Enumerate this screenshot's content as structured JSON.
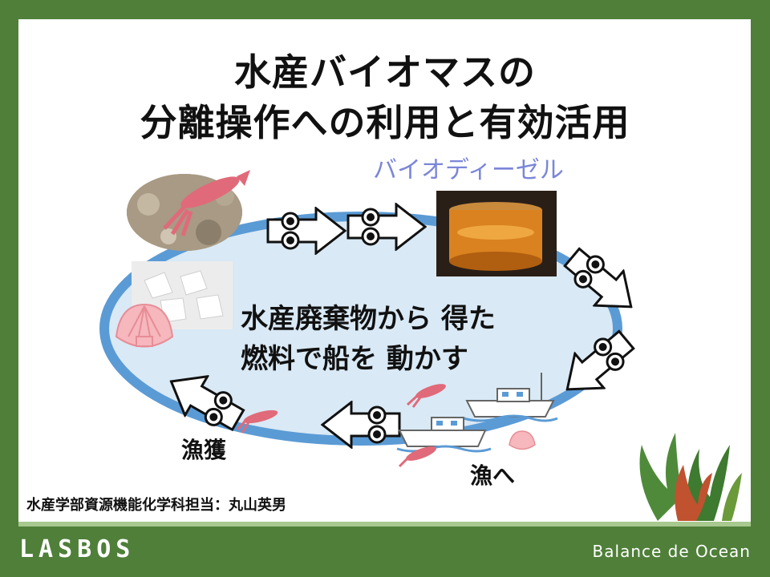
{
  "slide": {
    "title_line1": "水産バイオマスの",
    "title_line2": "分離操作への利用と有効活用",
    "subtitle": "バイオディーゼル",
    "center_line1": "水産廃棄物から 得た",
    "center_line2": "燃料で船を 動かす",
    "label_catch": "漁獲",
    "label_fishing": "漁へ",
    "credit": "水産学部資源機能化学科担当：丸山英男"
  },
  "footer": {
    "logo": "LASBOS",
    "tagline": "Balance de Ocean"
  },
  "colors": {
    "frame": "#4f7f39",
    "ellipse_fill": "#d9e9f5",
    "ellipse_stroke": "#5b9bd5",
    "subtitle": "#7b86d8"
  }
}
